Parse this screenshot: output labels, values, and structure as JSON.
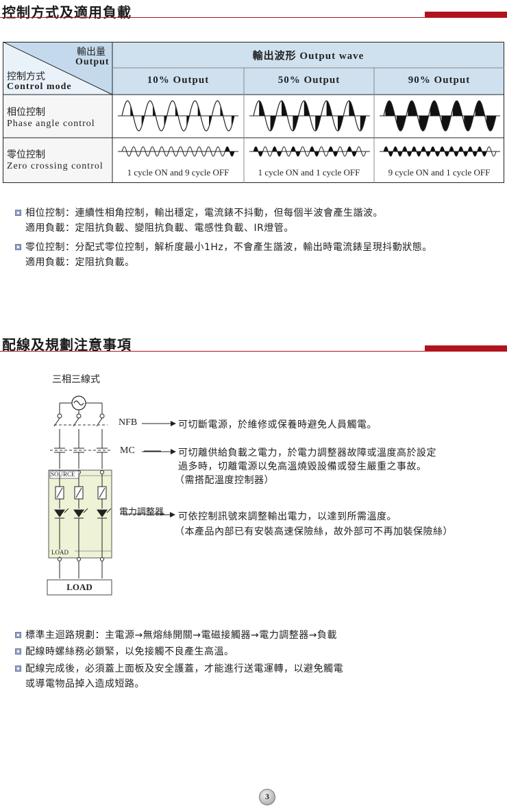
{
  "section1": {
    "title": "控制方式及適用負載",
    "table": {
      "corner_top_cn": "輸出量",
      "corner_top_en": "Output",
      "corner_bottom_cn": "控制方式",
      "corner_bottom_en": "Control mode",
      "header_main": "輸出波形 Output wave",
      "col_10": "10% Output",
      "col_50": "50% Output",
      "col_90": "90% Output",
      "row1_cn": "相位控制",
      "row1_en": "Phase angle control",
      "row2_cn": "零位控制",
      "row2_en": "Zero crossing control",
      "row2_c1": "1 cycle ON and 9 cycle OFF",
      "row2_c2": "1 cycle ON and 1 cycle OFF",
      "row2_c3": "9 cycle ON and 1 cycle OFF"
    },
    "notes": [
      {
        "line1": "相位控制：連續性相角控制，輸出穩定，電流錶不抖動，但每個半波會產生諧波。",
        "line2": "適用負載：定阻抗負載、變阻抗負載、電感性負載、IR燈管。"
      },
      {
        "line1": "零位控制：分配式零位控制，解析度最小1Hz，不會產生諧波，輸出時電流錶呈現抖動狀態。",
        "line2": "適用負載：定阻抗負載。"
      }
    ]
  },
  "section2": {
    "title": "配線及規劃注意事項",
    "diagram_title": "三相三線式",
    "nfb_label": "NFB",
    "nfb_desc": "可切斷電源，於維修或保養時避免人員觸電。",
    "mc_label": "MC",
    "mc_desc1": "可切離供給負載之電力，於電力調整器故障或溫度高於設定",
    "mc_desc2": "過多時，切離電源以免高溫燒毀設備或發生嚴重之事故。",
    "mc_desc3": "（需搭配溫度控制器）",
    "reg_label": "電力調整器",
    "reg_desc1": "可依控制訊號來調整輸出電力，以達到所需溫度。",
    "reg_desc2": "（本產品內部已有安裝高速保險絲，故外部可不再加裝保險絲）",
    "source_label": "SOURCE",
    "load_inner_label": "LOAD",
    "load_box_label": "LOAD",
    "notes": [
      {
        "line1": "標準主迴路規劃：主電源→無熔絲開關→電磁接觸器→電力調整器→負載",
        "line2": ""
      },
      {
        "line1": "配線時螺絲務必鎖緊，以免接觸不良產生高溫。",
        "line2": ""
      },
      {
        "line1": "配線完成後，必須蓋上面板及安全護蓋，才能進行送電運轉，以避免觸電",
        "line2": "或導電物品掉入造成短路。"
      }
    ]
  },
  "page_number": "3",
  "colors": {
    "accent_red": "#b0131b",
    "table_header": "#cfe1ef",
    "table_corner": "#a6c6e2"
  }
}
